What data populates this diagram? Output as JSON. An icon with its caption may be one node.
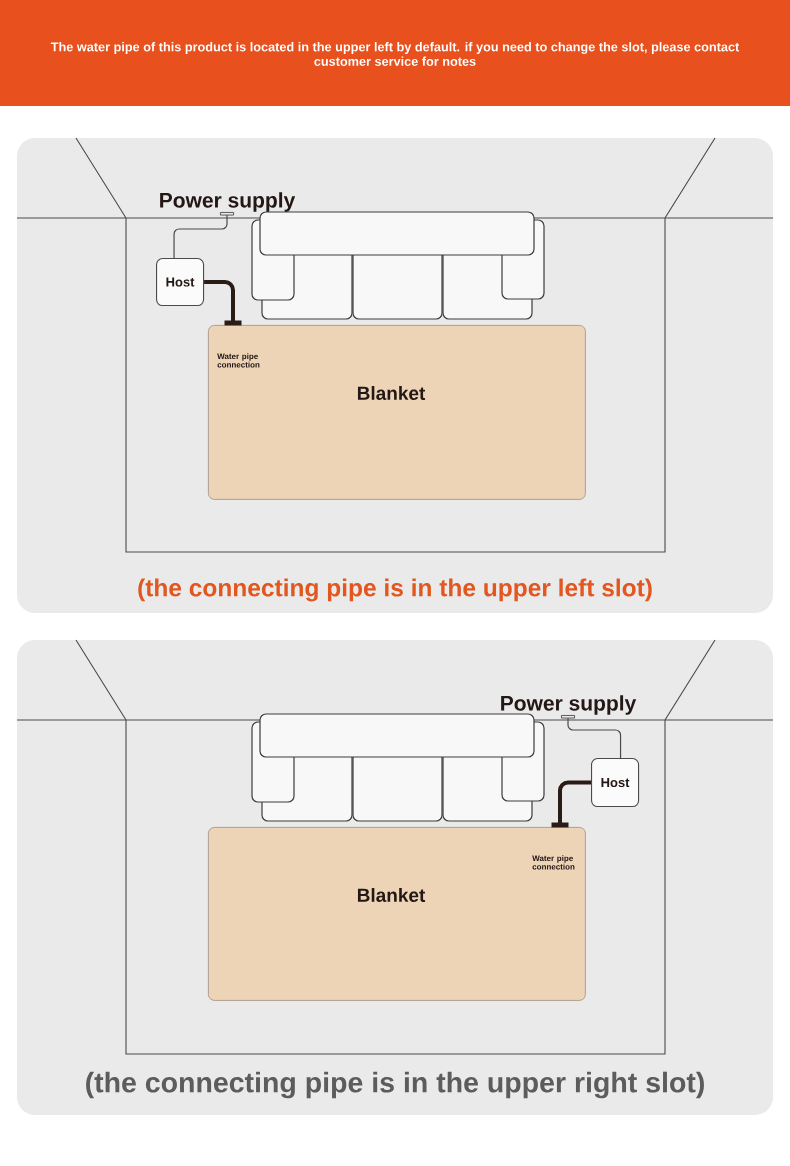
{
  "diagram": {
    "title": "The water pipe of this product is located in the upper left by default. if you need to change the slot, please contact customer service for notes",
    "nodes": [
      {
        "text": [
          "(the connecting pipe is in the upper left slot)"
        ]
      },
      {
        "text": [
          "Power supply"
        ],
        "in": 0
      },
      {
        "text": [
          "Host"
        ],
        "in": 0
      },
      {
        "text": [
          "Water pipe connection",
          "Blanket"
        ],
        "in": 0
      },
      {
        "text": [
          "(the connecting pipe is in the upper right slot)"
        ]
      },
      {
        "text": [
          "Power supply"
        ],
        "in": 4
      },
      {
        "text": [
          "Host"
        ],
        "in": 4
      },
      {
        "text": [
          "Water pipe connection",
          "Blanket"
        ],
        "in": 4
      }
    ],
    "edges": [
      {
        "from": 2,
        "to": 1,
        "arrow": "other"
      },
      {
        "from": 2,
        "to": 3,
        "arrow": "other",
        "style": "thick",
        "color": "#2a1b17"
      },
      {
        "from": 6,
        "to": 5,
        "arrow": "other"
      },
      {
        "from": 6,
        "to": 7,
        "arrow": "other",
        "style": "thick",
        "color": "#2a1b17"
      }
    ]
  }
}
